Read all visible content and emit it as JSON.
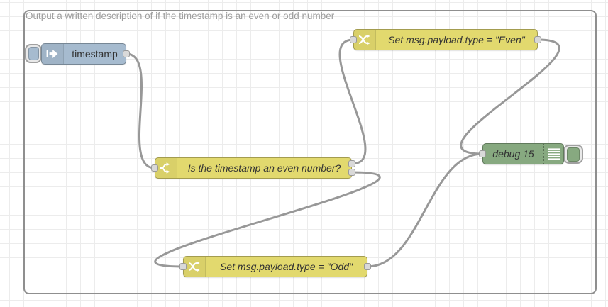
{
  "editor": "Node-RED flow canvas",
  "comment": {
    "text": "Output a written description of if the timestamp is an even or odd number"
  },
  "nodes": {
    "inject": {
      "type": "inject",
      "label": "timestamp",
      "color": "#a6bbcf",
      "outputs": 1
    },
    "switch": {
      "type": "switch",
      "label": "Is the timestamp an even number?",
      "color": "#e2d96e",
      "outputs": 2
    },
    "change_even": {
      "type": "change",
      "label": "Set msg.payload.type = \"Even\"",
      "color": "#e2d96e",
      "outputs": 1
    },
    "change_odd": {
      "type": "change",
      "label": "Set msg.payload.type = \"Odd\"",
      "color": "#e2d96e",
      "outputs": 1
    },
    "debug": {
      "type": "debug",
      "label": "debug 15",
      "color": "#87a980",
      "outputs": 0
    }
  },
  "wires": [
    {
      "from": "inject",
      "to": "switch"
    },
    {
      "from": "switch:output-1",
      "to": "change_even"
    },
    {
      "from": "switch:output-2",
      "to": "change_odd"
    },
    {
      "from": "change_even",
      "to": "debug"
    },
    {
      "from": "change_odd",
      "to": "debug"
    }
  ],
  "colors": {
    "wire": "#989898",
    "grid_line": "#ececec",
    "canvas_border": "#8f8f8f",
    "comment_text": "#9e9e9e",
    "node_label": "#333333",
    "port_fill": "#d9d9d9",
    "port_border": "#999999"
  }
}
